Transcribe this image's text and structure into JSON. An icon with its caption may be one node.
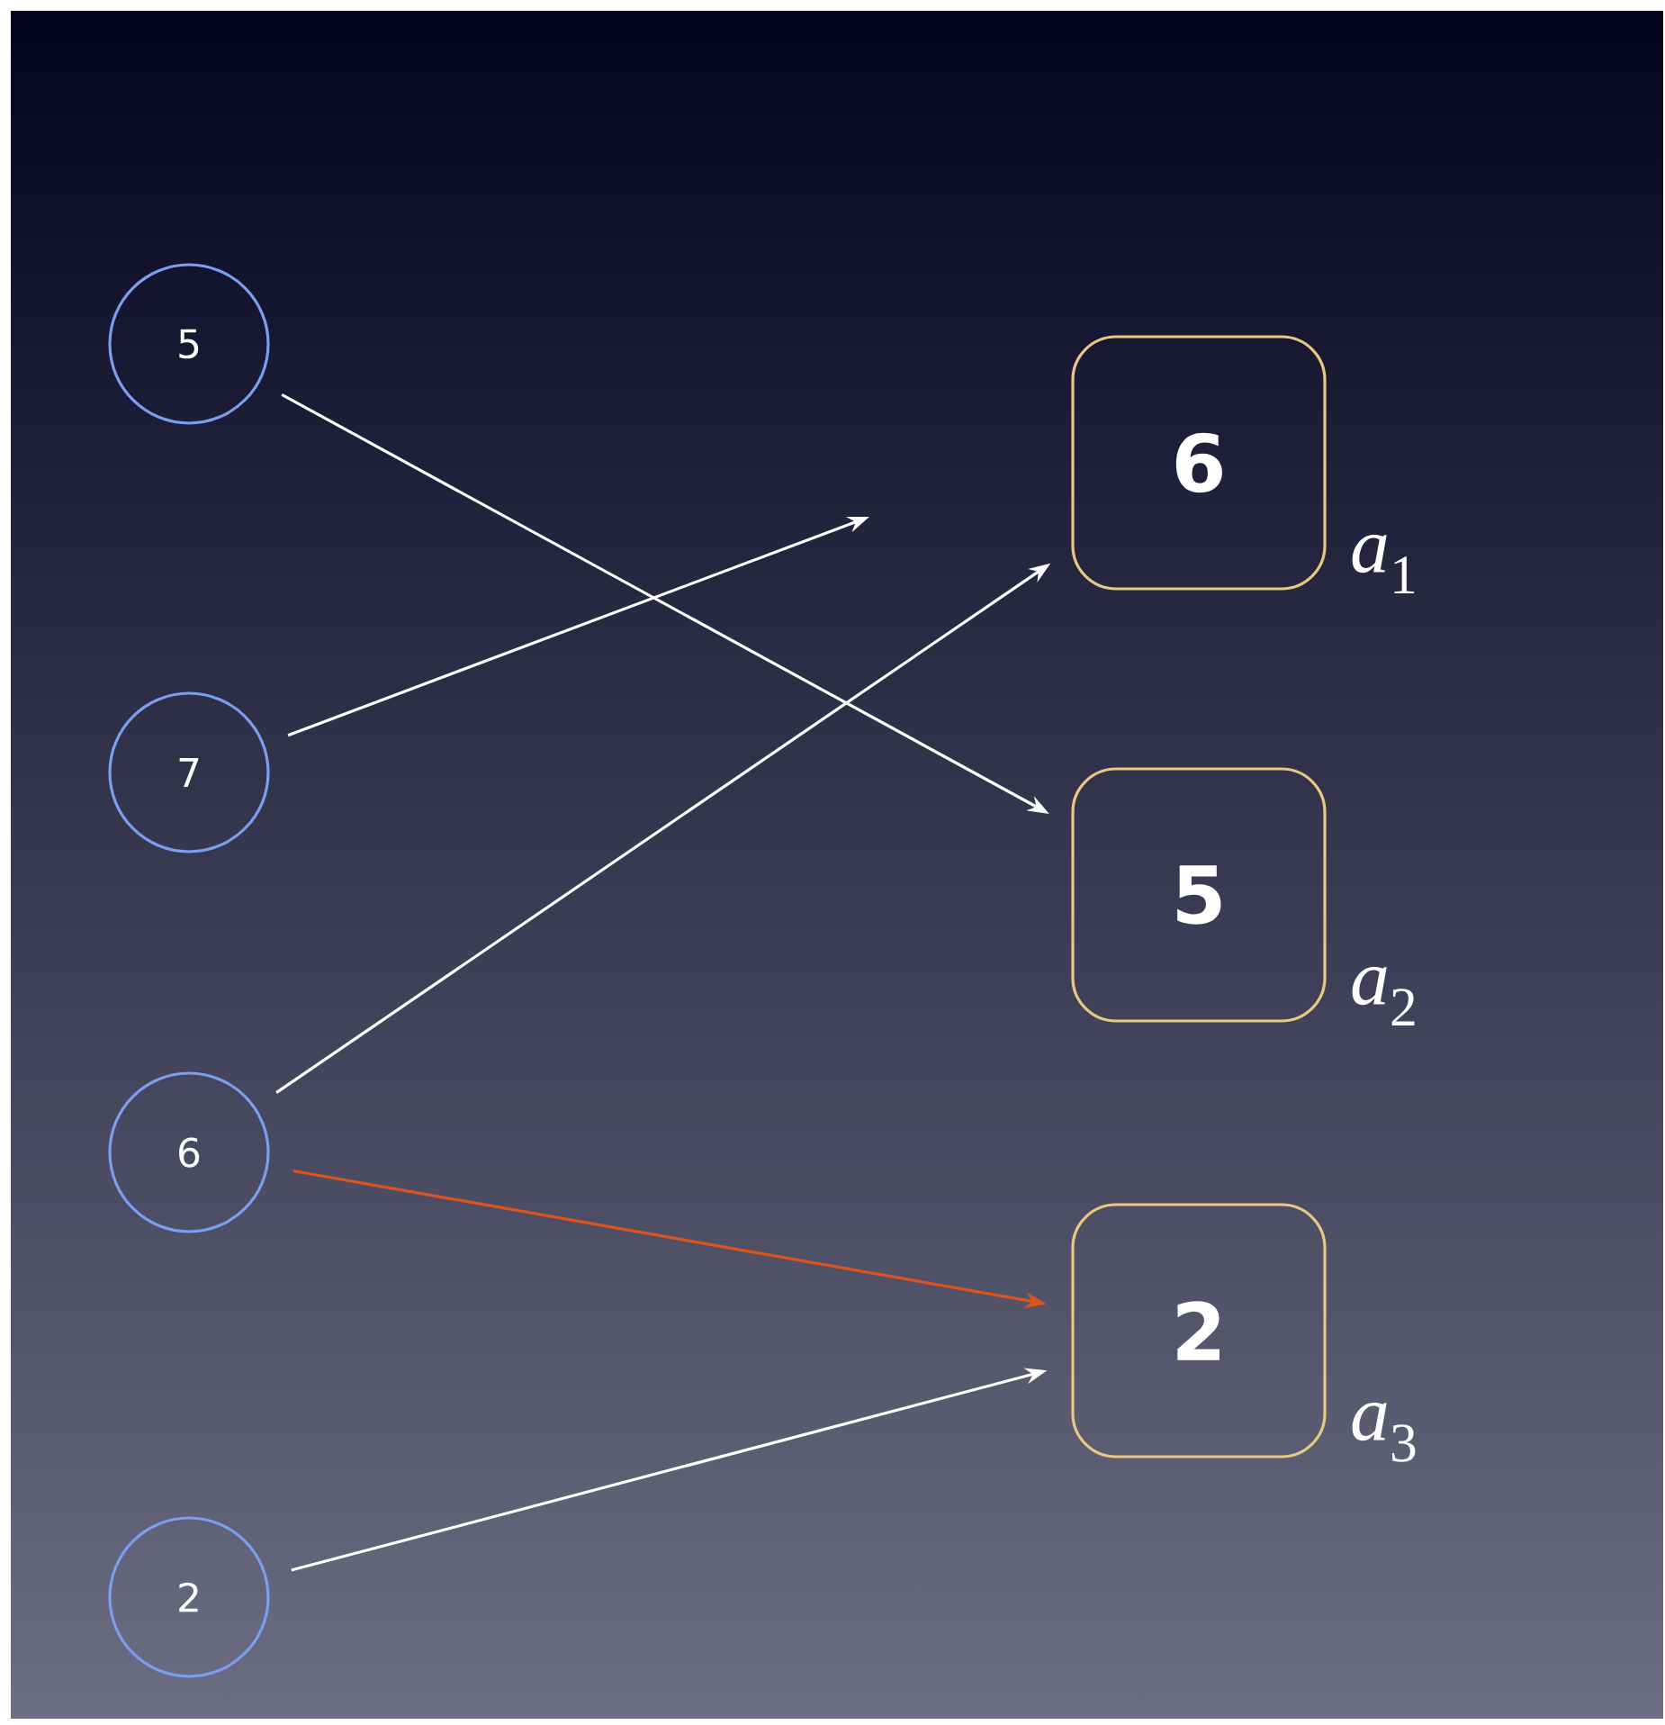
{
  "diagram": {
    "nodes": [
      {
        "text": [
          "5"
        ]
      },
      {
        "text": [
          "7"
        ]
      },
      {
        "text": [
          "6"
        ]
      },
      {
        "text": [
          "2"
        ]
      },
      {
        "text": [
          "6"
        ],
        "beside": [
          "*a*$_{1}$"
        ]
      },
      {
        "text": [
          "5"
        ],
        "beside": [
          "*a*$_{2}$"
        ]
      },
      {
        "text": [
          "2"
        ],
        "beside": [
          "*a*$_{3}$"
        ]
      }
    ],
    "edges": [
      {
        "from": 0,
        "to": 5,
        "arrow": "to"
      },
      {
        "from": 1,
        "to": null,
        "arrow": "to"
      },
      {
        "from": 2,
        "to": 4,
        "arrow": "to"
      },
      {
        "from": 2,
        "to": 6,
        "arrow": "to",
        "color": "#e0541c"
      },
      {
        "from": 3,
        "to": 6,
        "arrow": "to"
      }
    ]
  }
}
